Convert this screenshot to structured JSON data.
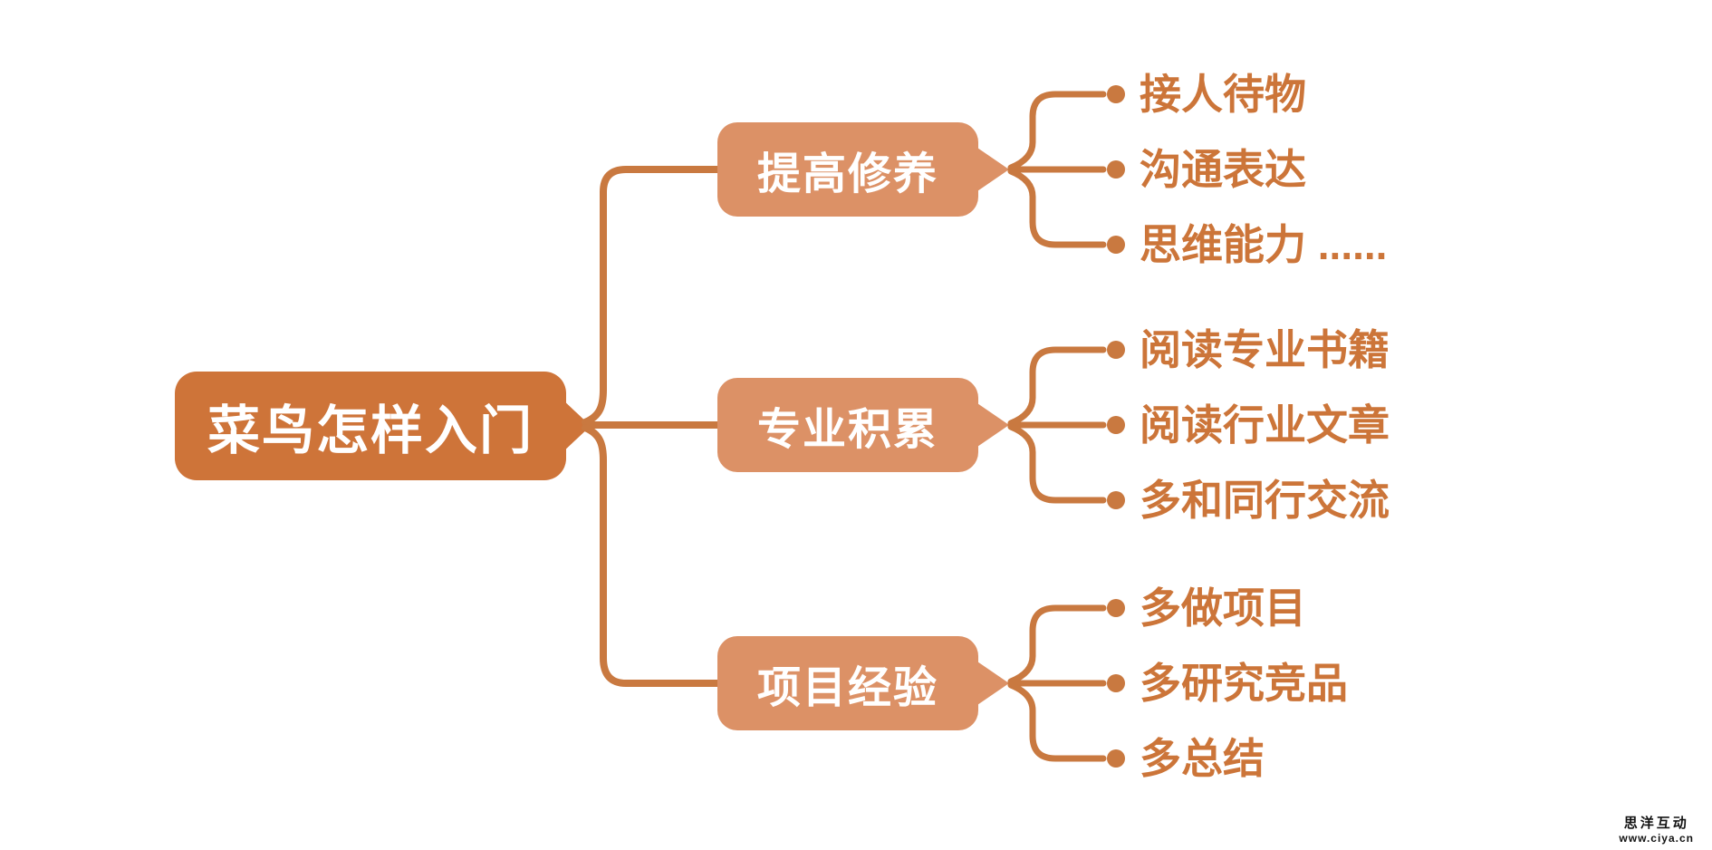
{
  "colors": {
    "background": "#ffffff",
    "root_fill": "#CE7439",
    "branch_fill": "#DC9166",
    "line": "#C97940",
    "node_text": "#FFFFFF",
    "leaf_text": "#CC7539",
    "watermark_text": "#111111"
  },
  "root": {
    "label": "菜鸟怎样入门"
  },
  "branches": [
    {
      "label": "提高修养",
      "children": [
        "接人待物",
        "沟通表达",
        "思维能力 ......"
      ]
    },
    {
      "label": "专业积累",
      "children": [
        "阅读专业书籍",
        "阅读行业文章",
        "多和同行交流"
      ]
    },
    {
      "label": "项目经验",
      "children": [
        "多做项目",
        "多研究竞品",
        "多总结"
      ]
    }
  ],
  "watermark": {
    "brand": "思洋互动",
    "url": "www.ciya.cn"
  }
}
